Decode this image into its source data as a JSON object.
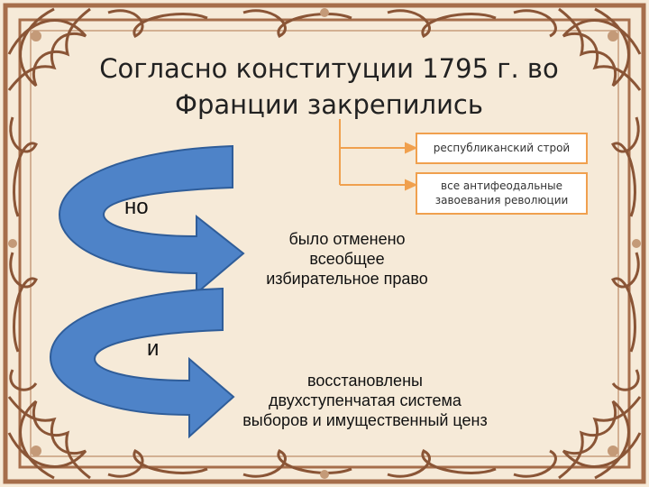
{
  "title": {
    "line1": "Согласно конституции 1795 г. во",
    "line2": "Франции закрепились"
  },
  "boxes": [
    "республиканский строй",
    {
      "line1": "все антифеодальные",
      "line2": "завоевания революции"
    }
  ],
  "connectors": {
    "no": "но",
    "i": "и"
  },
  "statements": {
    "first": [
      "было отменено",
      "всеобщее",
      "избирательное право"
    ],
    "second": [
      "восстановлены",
      "двухступенчатая система",
      "выборов и имущественный ценз"
    ]
  },
  "colors": {
    "background": "#f6ead8",
    "frame": "#9b6440",
    "arrow_fill": "#4e83c8",
    "arrow_outline": "#2f5d99",
    "box_border": "#f0a04e",
    "bracket_line": "#f0a04e"
  }
}
